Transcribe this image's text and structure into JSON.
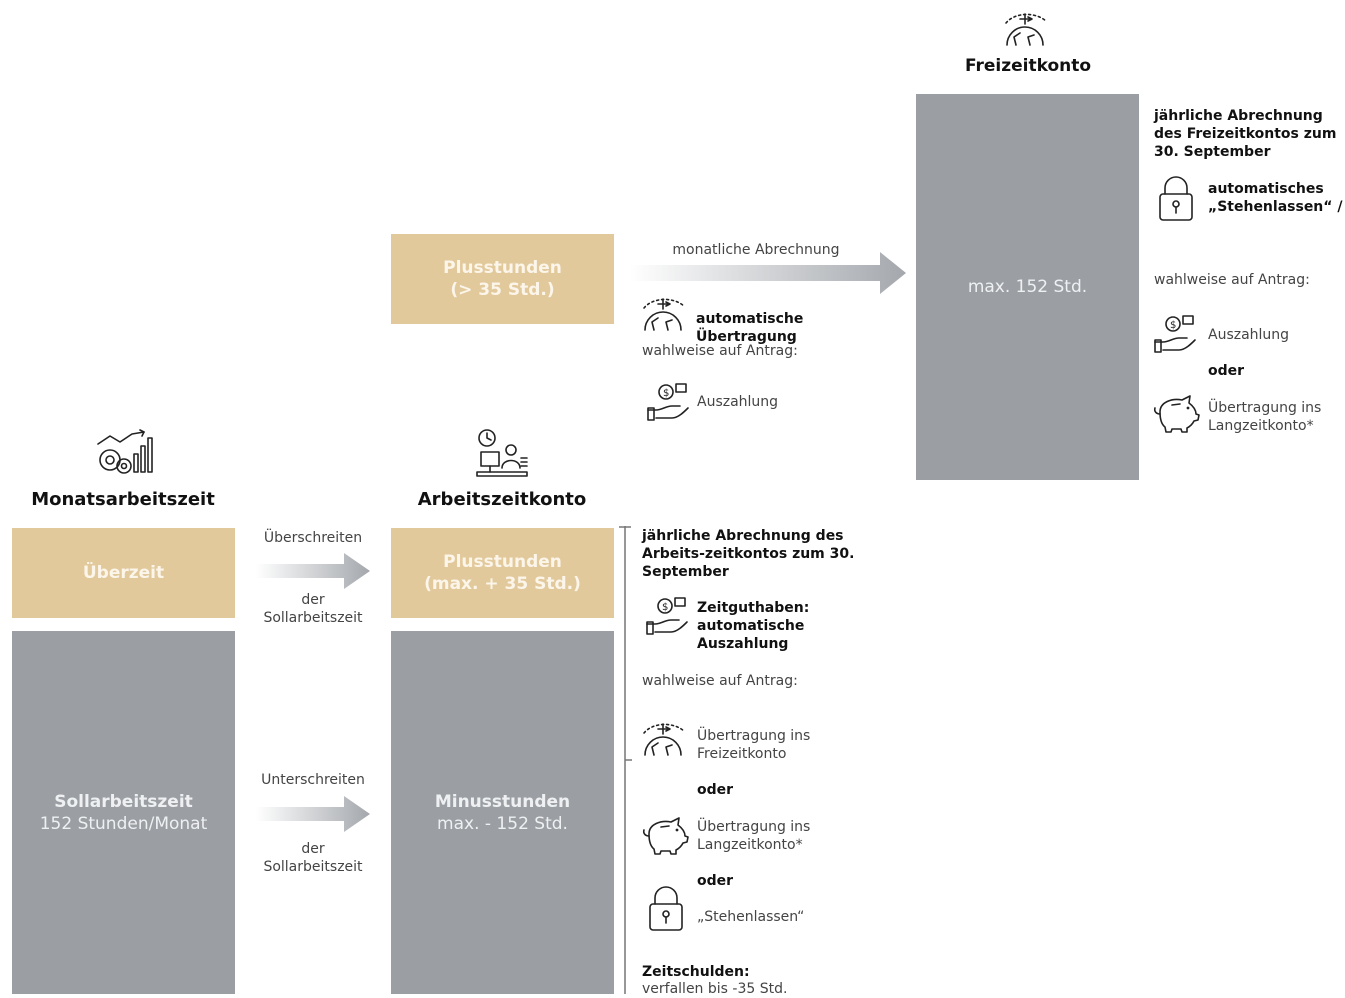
{
  "colors": {
    "tan": "#e2c99c",
    "gray": "#9b9fa4",
    "arrow": "#a4a8ad",
    "text": "#111111"
  },
  "monats": {
    "heading": "Monatsarbeitszeit",
    "icon": "gears-chart-icon",
    "ueberzeit": "Überzeit",
    "soll_title": "Sollarbeitszeit",
    "soll_sub": "152 Stunden/Monat"
  },
  "arrows": {
    "over_top": "Überschreiten",
    "over_bottom": "der Sollarbeitszeit",
    "under_top": "Unterschreiten",
    "under_bottom": "der Sollarbeitszeit",
    "monthly": "monatliche Abrechnung"
  },
  "arbeitszeitkonto": {
    "heading": "Arbeitszeitkonto",
    "icon": "clock-worker-icon",
    "plus_title": "Plusstunden",
    "plus_sub": "(max. + 35 Std.)",
    "minus_title": "Minusstunden",
    "minus_sub": "max. - 152 Std."
  },
  "plus_top": {
    "title": "Plusstunden",
    "sub": "(> 35 Std.)"
  },
  "transfer": {
    "auto": "automatische Übertragung",
    "optional": "wahlweise auf Antrag:",
    "payout": "Auszahlung"
  },
  "freizeit": {
    "heading": "Freizeitkonto",
    "icon": "plane-globe-icon",
    "box": "max. 152 Std.",
    "annual": "jährliche Abrechnung des Freizeitkontos zum 30. September",
    "stehen": "automatisches „Stehenlassen“ /",
    "optional": "wahlweise auf Antrag:",
    "payout": "Auszahlung",
    "oder": "oder",
    "lzk": "Übertragung ins Langzeitkonto*"
  },
  "annual_azk": {
    "title": "jährliche Abrechnung des Arbeits-zeitkontos zum 30. September",
    "credit": "Zeitguthaben: automatische Auszahlung",
    "optional": "wahlweise auf Antrag:",
    "opt1": "Übertragung ins Freizeitkonto",
    "oder1": "oder",
    "opt2": "Übertragung ins Langzeitkonto*",
    "oder2": "oder",
    "opt3": "„Stehenlassen“",
    "debt_title": "Zeitschulden:",
    "debt_sub": "verfallen bis -35 Std."
  }
}
